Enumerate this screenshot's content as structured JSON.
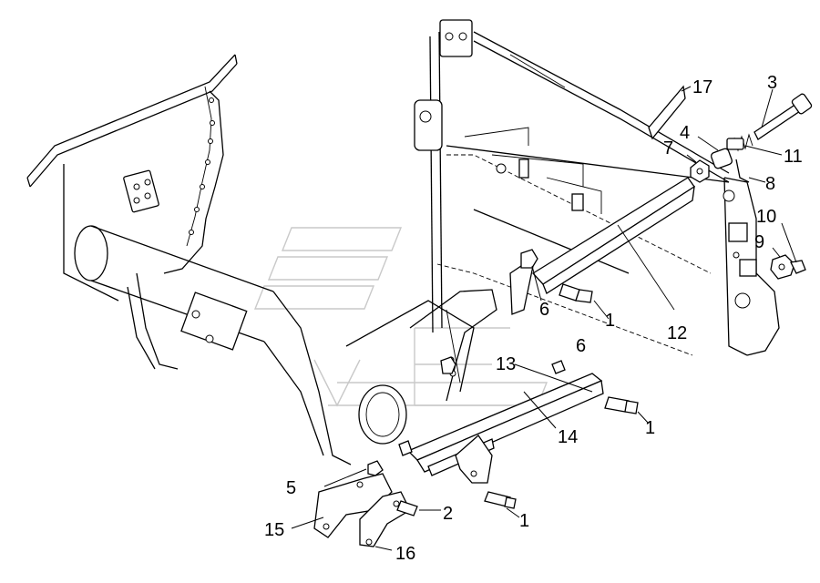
{
  "diagram": {
    "callouts": [
      {
        "label": "17"
      },
      {
        "label": "3"
      },
      {
        "label": "4"
      },
      {
        "label": "7"
      },
      {
        "label": "11"
      },
      {
        "label": "8"
      },
      {
        "label": "10"
      },
      {
        "label": "9"
      },
      {
        "label": "6"
      },
      {
        "label": "1"
      },
      {
        "label": "12"
      },
      {
        "label": "6"
      },
      {
        "label": "13"
      },
      {
        "label": "14"
      },
      {
        "label": "1"
      },
      {
        "label": "5"
      },
      {
        "label": "2"
      },
      {
        "label": "1"
      },
      {
        "label": "15"
      },
      {
        "label": "16"
      }
    ]
  }
}
